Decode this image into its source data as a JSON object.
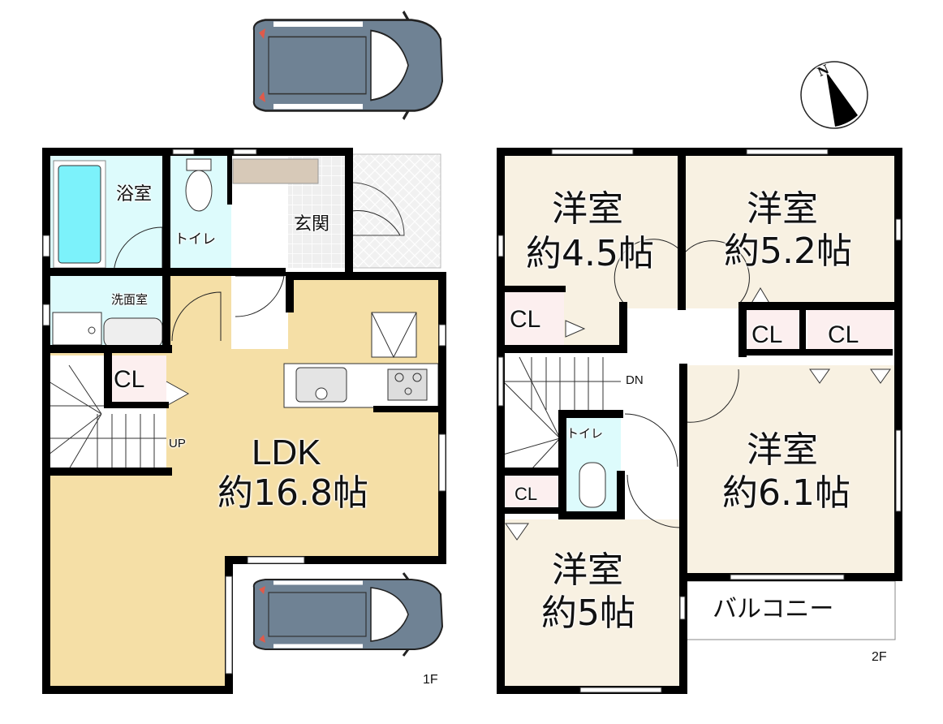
{
  "floor_1": {
    "label": "1F",
    "rooms": {
      "bath": "浴室",
      "toilet": "トイレ",
      "entrance": "玄関",
      "washroom": "洗面室",
      "closet": "CL",
      "ldk_name": "LDK",
      "ldk_size": "約16.8帖"
    },
    "stairs_label": "UP"
  },
  "floor_2": {
    "label": "2F",
    "rooms": {
      "room_a_name": "洋室",
      "room_a_size": "約4.5帖",
      "room_b_name": "洋室",
      "room_b_size": "約5.2帖",
      "room_c_name": "洋室",
      "room_c_size": "約6.1帖",
      "room_d_name": "洋室",
      "room_d_size": "約5帖",
      "toilet": "トイレ",
      "closet_a": "CL",
      "closet_b": "CL",
      "closet_c": "CL",
      "closet_d": "CL",
      "balcony": "バルコニー"
    },
    "stairs_label": "DN"
  },
  "compass": {
    "label": "N"
  },
  "colors": {
    "wall": "#000000",
    "ldk_floor": "#f5dfa6",
    "western_room": "#f8f1e2",
    "wet_area": "#ddfbfc",
    "bathtub": "#7cf2fb",
    "closet": "#fcefef",
    "entrance_tile": "#ececec",
    "shoe_box": "#d7c9b8",
    "car_body": "#6f8294"
  }
}
